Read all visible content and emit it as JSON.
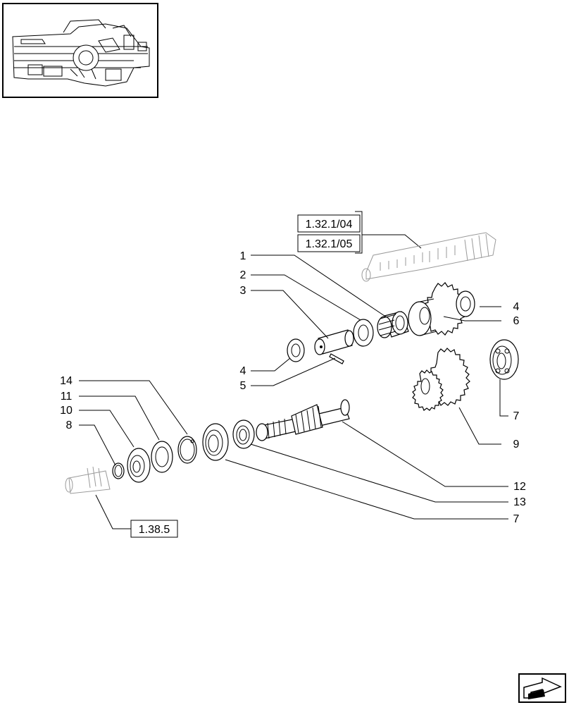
{
  "diagram": {
    "callouts": [
      {
        "id": "c1",
        "text": "1"
      },
      {
        "id": "c2",
        "text": "2"
      },
      {
        "id": "c3",
        "text": "3"
      },
      {
        "id": "c4a",
        "text": "4"
      },
      {
        "id": "c5",
        "text": "5"
      },
      {
        "id": "c4b",
        "text": "4"
      },
      {
        "id": "c6",
        "text": "6"
      },
      {
        "id": "c7a",
        "text": "7"
      },
      {
        "id": "c9",
        "text": "9"
      },
      {
        "id": "c14",
        "text": "14"
      },
      {
        "id": "c11",
        "text": "11"
      },
      {
        "id": "c10",
        "text": "10"
      },
      {
        "id": "c8",
        "text": "8"
      },
      {
        "id": "c12",
        "text": "12"
      },
      {
        "id": "c13",
        "text": "13"
      },
      {
        "id": "c7b",
        "text": "7"
      }
    ],
    "references": [
      {
        "id": "r1",
        "text": "1.32.1/04"
      },
      {
        "id": "r2",
        "text": "1.32.1/05"
      },
      {
        "id": "r3",
        "text": "1.38.5"
      }
    ]
  },
  "icons": {
    "thumbnail": "transmission-overview-thumbnail",
    "nav": "next-page-arrow-icon"
  }
}
